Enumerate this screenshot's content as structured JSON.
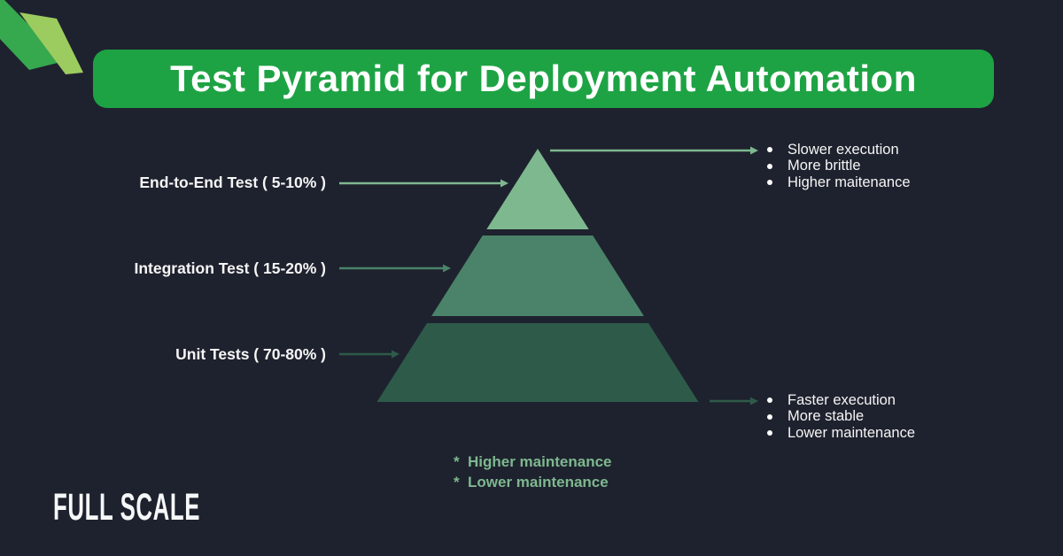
{
  "title": "Test Pyramid for Deployment Automation",
  "colors": {
    "background": "#1e222e",
    "banner": "#1ea344",
    "text": "#f5f5f5",
    "level_top": "#7eb88f",
    "level_middle": "#4a8369",
    "level_bottom": "#2e5b49",
    "ribbon_dark": "#36a84e",
    "ribbon_light": "#9ccb5f",
    "footnote": "#7eb88f"
  },
  "pyramid": {
    "levels": [
      {
        "label": "End-to-End Test ( 5-10% )",
        "color": "#7eb88f"
      },
      {
        "label": "Integration Test ( 15-20% )",
        "color": "#4a8369"
      },
      {
        "label": "Unit Tests ( 70-80% )",
        "color": "#2e5b49"
      }
    ]
  },
  "callouts": {
    "top": {
      "items": [
        "Slower execution",
        "More brittle",
        "Higher maitenance"
      ]
    },
    "bottom": {
      "items": [
        "Faster execution",
        "More stable",
        "Lower maintenance"
      ]
    }
  },
  "footnotes": [
    {
      "marker": "*",
      "text": "Higher maintenance"
    },
    {
      "marker": "*",
      "text": "Lower maintenance"
    }
  ],
  "logo": "FULL SCALE"
}
